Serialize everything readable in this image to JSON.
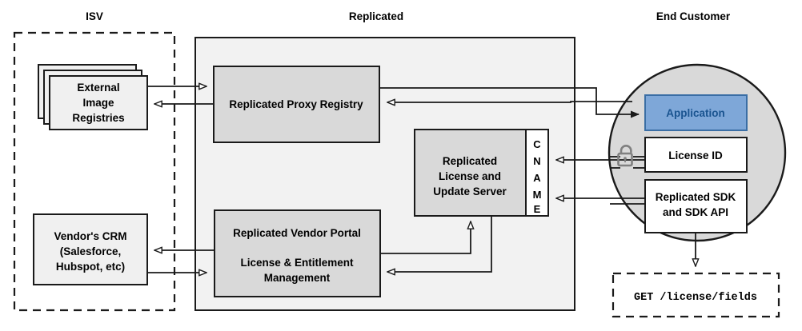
{
  "diagram": {
    "title_hidden": "Replicated vendor architecture overview",
    "colors": {
      "panel_bg": "#f2f2f2",
      "box_fill": "#d9d9d9",
      "light_box_fill": "#f0f0f0",
      "white": "#ffffff",
      "accent_blue_fill": "#7ea7d8",
      "accent_blue_text": "#1a5490",
      "circle_fill": "#d9d9d9",
      "stroke": "#1a1a1a",
      "lock_gray": "#808080"
    },
    "sections": [
      {
        "id": "isv",
        "label": "ISV"
      },
      {
        "id": "replicated",
        "label": "Replicated"
      },
      {
        "id": "end_customer",
        "label": "End Customer"
      }
    ],
    "nodes": {
      "external_image_registries": {
        "label_lines": [
          "External",
          "Image",
          "Registries"
        ],
        "style": "stacked"
      },
      "vendors_crm": {
        "label_lines": [
          "Vendor's CRM",
          "(Salesforce,",
          "Hubspot, etc)"
        ],
        "style": "plain"
      },
      "proxy_registry": {
        "label_lines": [
          "Replicated Proxy Registry"
        ],
        "style": "filled"
      },
      "license_update_server": {
        "label_lines": [
          "Replicated",
          "License and",
          "Update Server"
        ],
        "style": "filled"
      },
      "cname": {
        "letters": [
          "C",
          "N",
          "A",
          "M",
          "E"
        ],
        "style": "strip"
      },
      "vendor_portal": {
        "label_lines": [
          "Replicated Vendor Portal",
          "",
          "License & Entitlement",
          "Management"
        ],
        "style": "filled"
      },
      "application": {
        "label_lines": [
          "Application"
        ],
        "style": "accent"
      },
      "license_id": {
        "label_lines": [
          "License ID"
        ],
        "style": "white"
      },
      "replicated_sdk": {
        "label_lines": [
          "Replicated SDK",
          "and SDK API"
        ],
        "style": "white"
      },
      "api_request": {
        "label_lines": [
          "GET /license/fields"
        ],
        "style": "dashed-mono"
      },
      "lock": {
        "icon": "unlocked-padlock-icon"
      }
    }
  }
}
